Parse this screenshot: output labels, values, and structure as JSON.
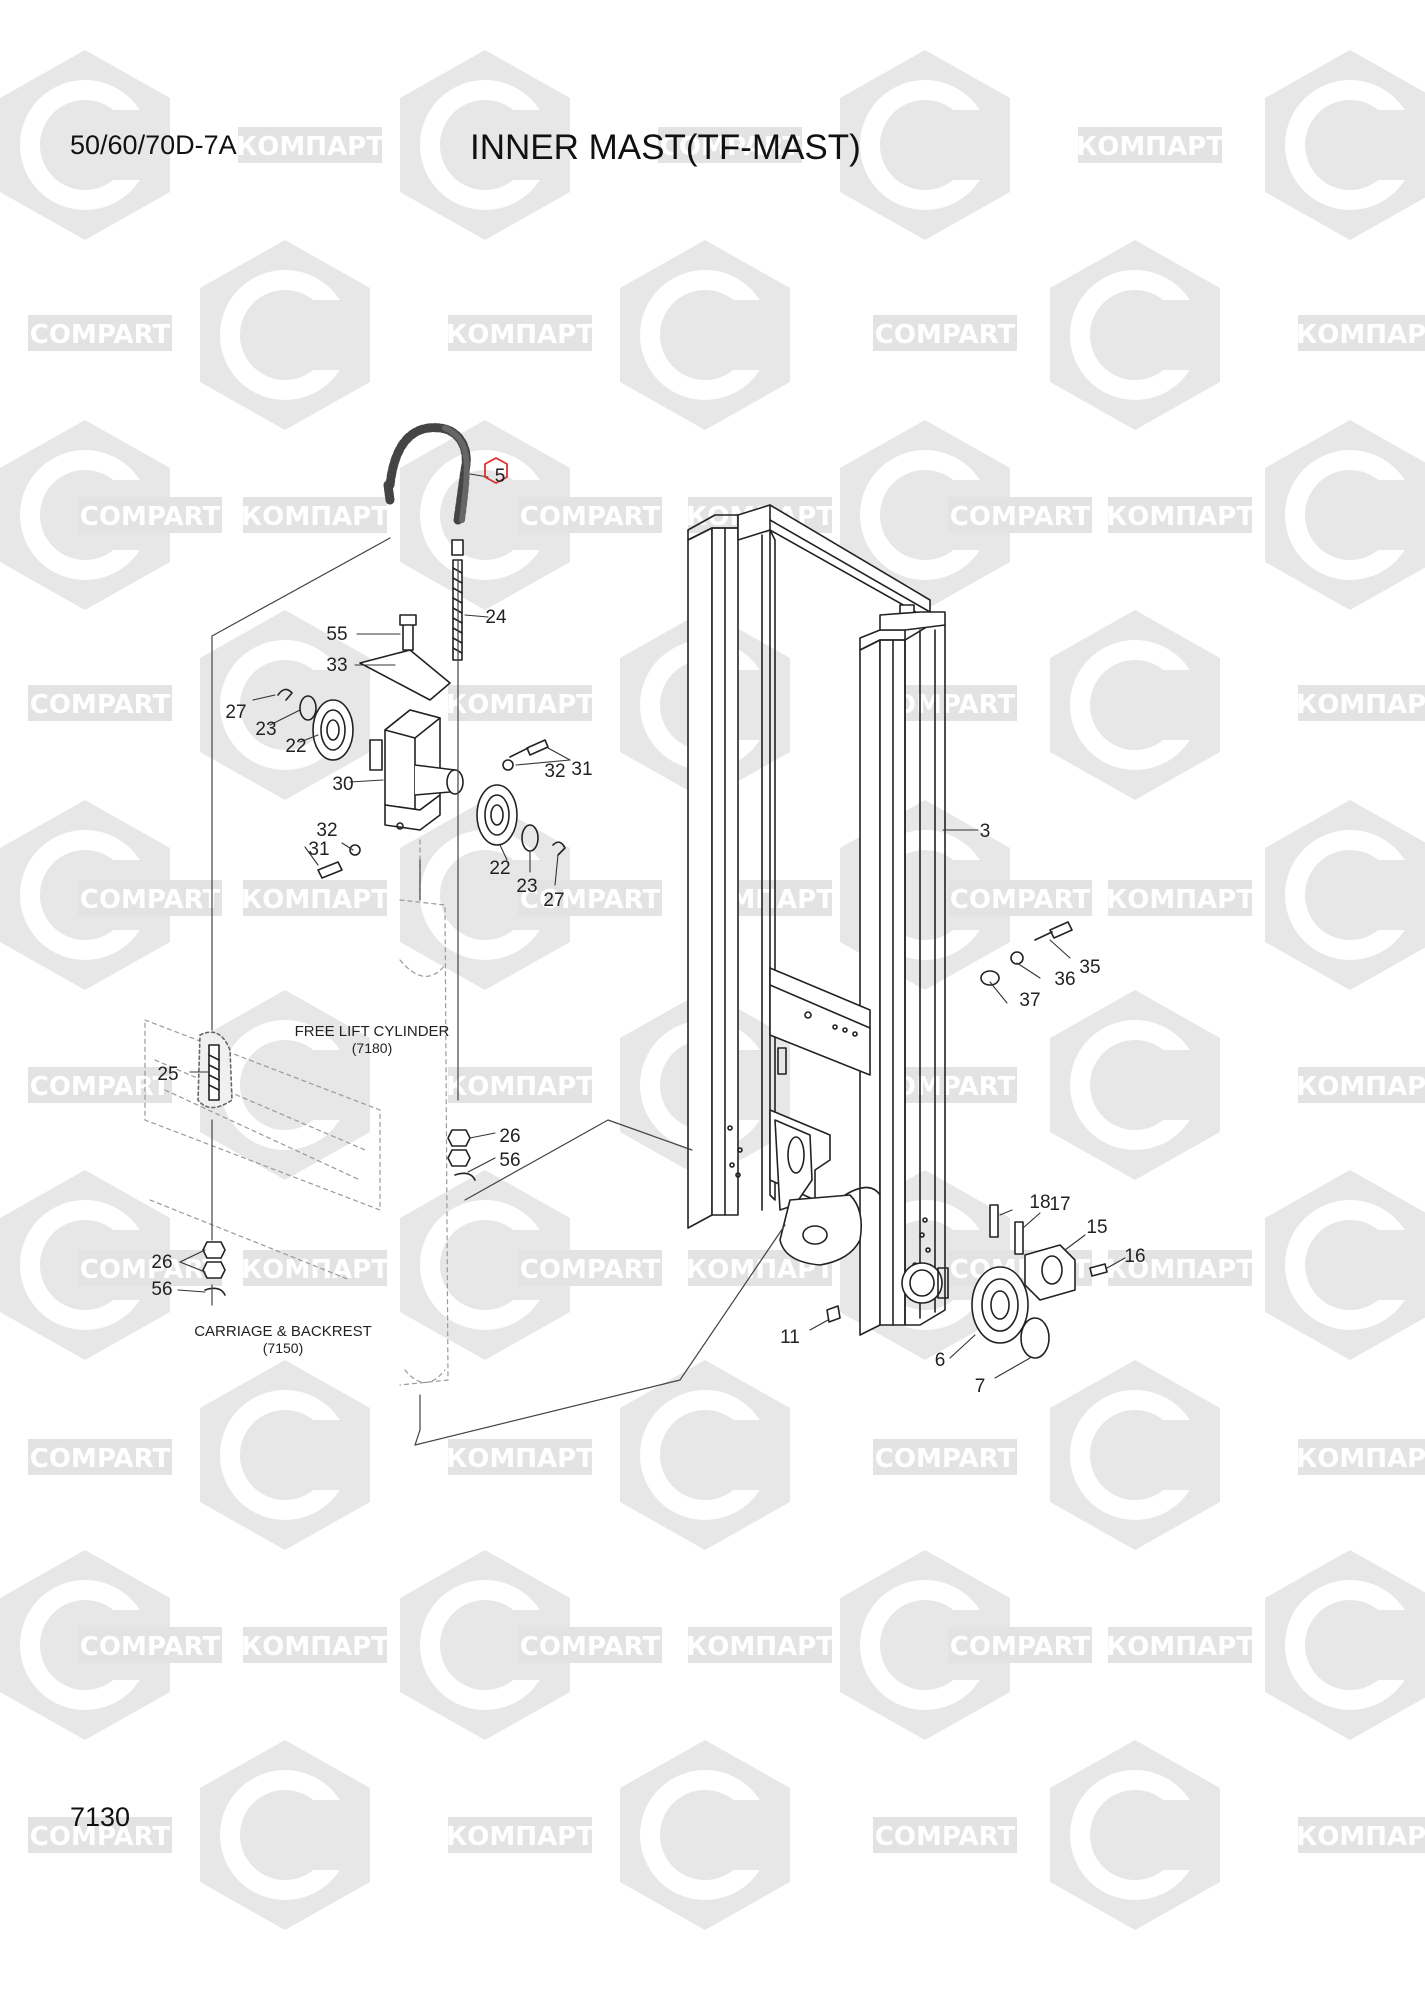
{
  "header": {
    "model": "50/60/70D-7A",
    "title": "INNER MAST(TF-MAST)"
  },
  "footer": {
    "page_number": "7130"
  },
  "watermark": {
    "text_cyrillic": "КОМПАРТ",
    "text_latin": "COMPART",
    "color": "#dcdcdc"
  },
  "diagram": {
    "line_color": "#222222",
    "highlight_color": "#e03030",
    "highlighted_part": "5",
    "references": [
      {
        "id": "free-lift-cylinder",
        "name": "FREE LIFT CYLINDER",
        "code": "(7180)"
      },
      {
        "id": "carriage-backrest",
        "name": "CARRIAGE & BACKREST",
        "code": "(7150)"
      }
    ],
    "callouts": [
      "5",
      "24",
      "55",
      "33",
      "27",
      "23",
      "22",
      "30",
      "31",
      "32",
      "32",
      "31",
      "22",
      "23",
      "27",
      "3",
      "35",
      "36",
      "37",
      "25",
      "26",
      "56",
      "26",
      "56",
      "18",
      "17",
      "15",
      "16",
      "11",
      "6",
      "7"
    ]
  }
}
